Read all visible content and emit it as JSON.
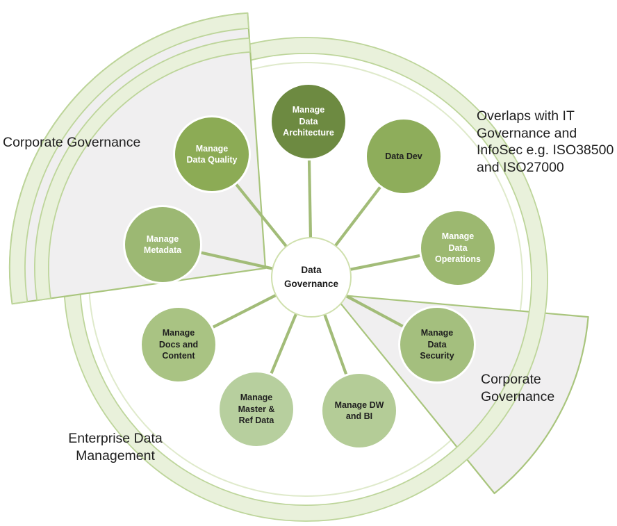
{
  "center": {
    "label": "Data\nGovernance",
    "fill": "#ffffff",
    "text_color": "#1a1a1a",
    "border_color": "#cfe0ad"
  },
  "nodes": [
    {
      "id": "manage-data-architecture",
      "label": "Manage\nData\nArchitecture",
      "fill": "#6d8a41",
      "text_color": "#ffffff"
    },
    {
      "id": "data-dev",
      "label": "Data Dev",
      "fill": "#8ead5b",
      "text_color": "#1f1f1f"
    },
    {
      "id": "manage-data-operations",
      "label": "Manage\nData\nOperations",
      "fill": "#9cb870",
      "text_color": "#ffffff"
    },
    {
      "id": "manage-data-security",
      "label": "Manage\nData\nSecurity",
      "fill": "#a4bf7e",
      "text_color": "#1f1f1f"
    },
    {
      "id": "manage-dw-and-bi",
      "label": "Manage DW\nand BI",
      "fill": "#b4cc97",
      "text_color": "#1f1f1f"
    },
    {
      "id": "manage-master-ref-data",
      "label": "Manage\nMaster &\nRef Data",
      "fill": "#b7cf9e",
      "text_color": "#1f1f1f"
    },
    {
      "id": "manage-docs-and-content",
      "label": "Manage\nDocs and\nContent",
      "fill": "#a9c383",
      "text_color": "#1f1f1f"
    },
    {
      "id": "manage-metadata",
      "label": "Manage\nMetadata",
      "fill": "#9cb873",
      "text_color": "#ffffff"
    },
    {
      "id": "manage-data-quality",
      "label": "Manage\nData Quality",
      "fill": "#8cab55",
      "text_color": "#ffffff"
    }
  ],
  "annotations": {
    "corporate_governance_left": "Corporate Governance",
    "corporate_governance_right": "Corporate Governance",
    "enterprise_data_management": "Enterprise Data\nManagement",
    "overlaps_note": "Overlaps with IT\nGovernance and\nInfoSec e.g. ISO38500\nand ISO27000"
  },
  "theme": {
    "ring_band_fill": "#e9f1db",
    "ring_band_stroke": "#bdd59a",
    "disc_stroke": "#dfeacb",
    "wedge_fill": "#f0eff0",
    "wedge_stroke": "#a9c57d",
    "spoke_color": "#a2bc78",
    "annotation_text_color": "#1e1e1e"
  }
}
